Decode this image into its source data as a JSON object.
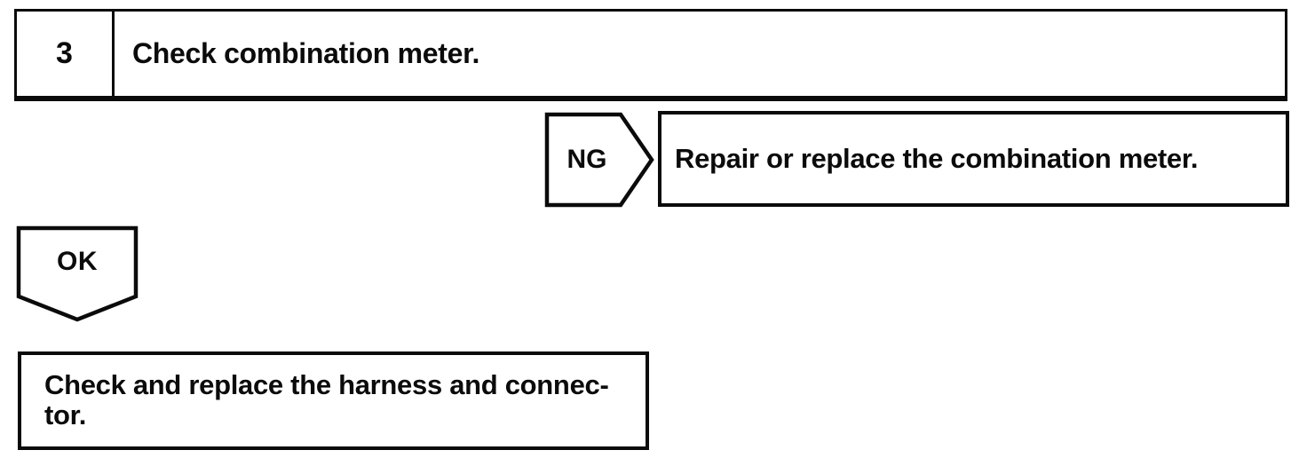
{
  "page": {
    "background_color": "#ffffff",
    "ink_color": "#0b0b0b"
  },
  "flowchart": {
    "step": {
      "number": "3",
      "instruction": "Check combination meter."
    },
    "ng_branch": {
      "label": "NG",
      "action": "Repair or replace the combination meter."
    },
    "ok_branch": {
      "label": "OK",
      "action_lines": [
        "Check and replace the harness and connec-",
        "tor."
      ]
    }
  }
}
